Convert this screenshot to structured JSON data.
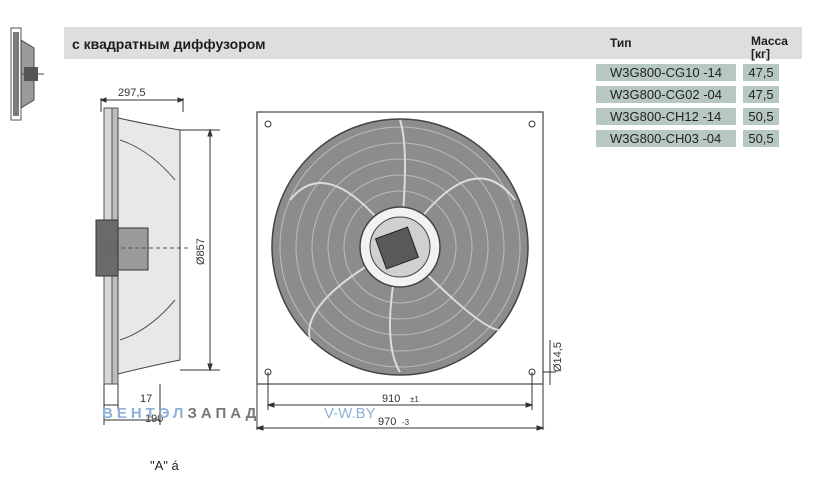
{
  "header": {
    "title": "с квадратным диффузором",
    "col_type": "Тип",
    "col_mass": "Масса [кг]"
  },
  "rows": [
    {
      "model": "W3G800-CG10 -14",
      "mass": "47,5"
    },
    {
      "model": "W3G800-CG02 -04",
      "mass": "47,5"
    },
    {
      "model": "W3G800-CH12 -14",
      "mass": "50,5"
    },
    {
      "model": "W3G800-CH03 -04",
      "mass": "50,5"
    }
  ],
  "drawing": {
    "dim_depth": "297,5",
    "dim_diameter": "Ø857",
    "dim_17": "17",
    "dim_190": "190",
    "dim_hole": "Ø14,5",
    "dim_inner": "910",
    "dim_inner_tol": "±1",
    "dim_outer": "970",
    "dim_outer_tol": "-3"
  },
  "watermark": {
    "brand_a": "ВЕНТЭЛ",
    "brand_b": "ЗАПАД",
    "url": "V-W.BY"
  },
  "footnote": "\"A\" á",
  "colors": {
    "header_bg": "#dedede",
    "cell_bg": "#b7c8c2",
    "watermark_blue": "#8fb0d8"
  }
}
